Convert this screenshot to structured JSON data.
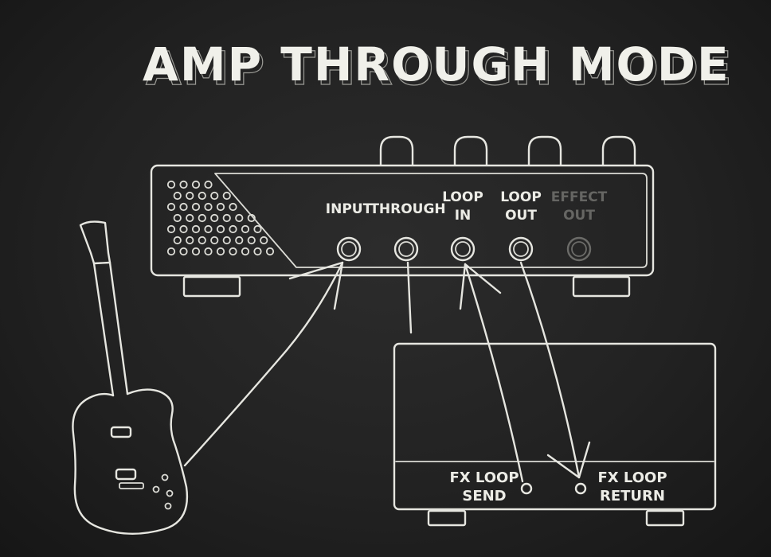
{
  "title": "AMP THROUGH MODE",
  "amp": {
    "jacks": [
      {
        "line1": "INPUT",
        "line2": "",
        "active": true
      },
      {
        "line1": "THROUGH",
        "line2": "",
        "active": true
      },
      {
        "line1": "LOOP",
        "line2": "IN",
        "active": true
      },
      {
        "line1": "LOOP",
        "line2": "OUT",
        "active": true
      },
      {
        "line1": "EFFECT",
        "line2": "OUT",
        "active": false
      }
    ]
  },
  "effect_unit": {
    "send": {
      "line1": "FX LOOP",
      "line2": "SEND"
    },
    "return": {
      "line1": "FX LOOP",
      "line2": "RETURN"
    }
  },
  "colors": {
    "chalk": "#e6e6e0",
    "board": "#222222",
    "disabled": "#6b6b68"
  }
}
